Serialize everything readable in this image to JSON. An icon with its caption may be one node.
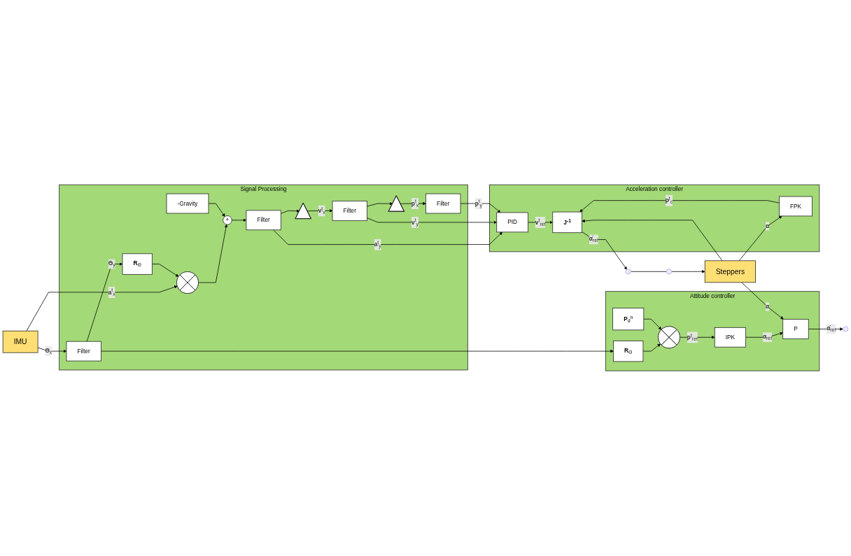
{
  "diagram": {
    "nodes": [
      {
        "text": [
          "IMU"
        ]
      },
      {
        "text": [
          "Signal Processing"
        ]
      },
      {
        "text": [
          "Filter"
        ],
        "in": 1
      },
      {
        "text": [
          "**R**$_{Θ}$"
        ],
        "in": 1
      },
      {
        "text": [],
        "shape": "circle",
        "in": 1
      },
      {
        "text": [
          "-Gravity"
        ],
        "in": 1
      },
      {
        "text": [
          "+"
        ],
        "in": 1
      },
      {
        "text": [
          "Filter"
        ],
        "in": 1
      },
      {
        "text": [],
        "shape": "triangle",
        "in": 1
      },
      {
        "text": [
          "Filter"
        ],
        "in": 1
      },
      {
        "text": [],
        "shape": "triangle",
        "in": 1
      },
      {
        "text": [
          "Filter"
        ],
        "in": 1
      },
      {
        "text": [
          "Attitude controller"
        ]
      },
      {
        "text": [
          "**R**$_{Θ}$"
        ],
        "in": 12
      },
      {
        "text": [],
        "shape": "circle",
        "in": 12
      },
      {
        "text": [
          "**P**$_{d}$$^{n}$"
        ],
        "in": 12
      },
      {
        "text": [
          "IPK"
        ],
        "in": 12
      },
      {
        "text": [
          "P"
        ],
        "in": 12
      },
      {
        "text": [
          "Acceleration controller"
        ]
      },
      {
        "text": [
          "PID"
        ],
        "in": 18
      },
      {
        "text": [
          "**J$^{-1}$**"
        ],
        "in": 18
      },
      {
        "text": [
          "FPK"
        ],
        "in": 18
      },
      {
        "text": [],
        "shape": "circle"
      },
      {
        "text": [],
        "shape": "circle"
      },
      {
        "text": [],
        "shape": "circle"
      },
      {
        "text": [
          "Steppers"
        ]
      }
    ],
    "edges": [
      {
        "from": 0,
        "to": 2,
        "arrow": "to",
        "label": "**Θ**$_{x}$"
      },
      {
        "from": 0,
        "to": 4,
        "arrow": "to",
        "label": "**a**$^{t}$$_{x}$"
      },
      {
        "from": 2,
        "to": 3,
        "arrow": "to",
        "label": "**Θ**$_{y}$"
      },
      {
        "from": 2,
        "to": 13,
        "arrow": "to"
      },
      {
        "from": 3,
        "to": 4,
        "arrow": "to"
      },
      {
        "from": 4,
        "to": 6,
        "arrow": "to"
      },
      {
        "from": 5,
        "to": 6,
        "arrow": "to"
      },
      {
        "from": 6,
        "to": 7,
        "arrow": "to"
      },
      {
        "from": 7,
        "to": 19,
        "arrow": "to",
        "label": "**a**$^{t}$$_{y}$"
      },
      {
        "from": 7,
        "to": 8,
        "arrow": "to"
      },
      {
        "from": 8,
        "to": 9,
        "arrow": "to",
        "label": "**v**$^{t}$$_{x}$"
      },
      {
        "from": 9,
        "to": 19,
        "arrow": "to",
        "label": "**v**$^{t}$$_{y}$"
      },
      {
        "from": 9,
        "to": 10,
        "arrow": "to"
      },
      {
        "from": 10,
        "to": 11,
        "arrow": "to",
        "label": "**p**$^{t}$$_{x}$"
      },
      {
        "from": 11,
        "to": 19,
        "arrow": "to",
        "label": "**p**$^{t}$$_{y}$"
      },
      {
        "from": 13,
        "to": 14,
        "arrow": "to"
      },
      {
        "from": 15,
        "to": 14,
        "arrow": "to"
      },
      {
        "from": 14,
        "to": 16,
        "arrow": "to",
        "label": "**p**$^{t}$$_{ref}$"
      },
      {
        "from": 16,
        "to": 17,
        "arrow": "to",
        "label": "**α**$_{ref}$"
      },
      {
        "from": 25,
        "to": 17,
        "arrow": "to",
        "label": "**α**"
      },
      {
        "from": 17,
        "to": 22,
        "arrow": "to",
        "label": "**α̇**$_{ref}$"
      },
      {
        "from": 19,
        "to": 20,
        "arrow": "to",
        "label": "**v**$^{t}$$_{ref}$"
      },
      {
        "from": 21,
        "to": 20,
        "arrow": "to",
        "label": "**p**$^{t}$$_{c}$"
      },
      {
        "from": 25,
        "to": 21,
        "arrow": "to",
        "label": "**α**"
      },
      {
        "from": 25,
        "to": 20,
        "arrow": "to"
      },
      {
        "from": 20,
        "to": 23,
        "arrow": "to",
        "label": "**α̇**$_{ref}$"
      },
      {
        "from": 23,
        "to": 24,
        "arrow": "none"
      },
      {
        "from": 24,
        "to": 25,
        "arrow": "to"
      }
    ]
  }
}
